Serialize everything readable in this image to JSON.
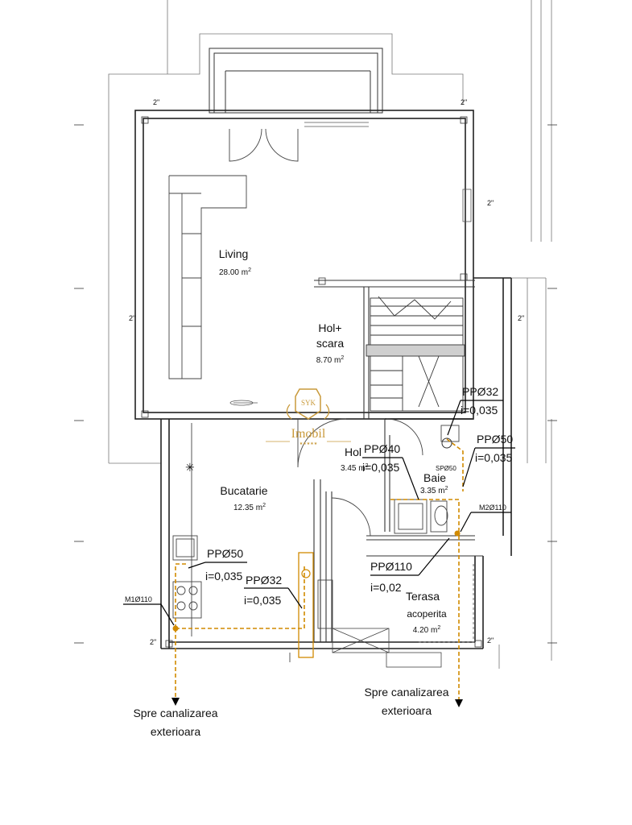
{
  "rooms": {
    "living": {
      "name": "Living",
      "area": "28.00 m",
      "sup": "2"
    },
    "hol_scara": {
      "name1": "Hol+",
      "name2": "scara",
      "area": "8.70 m",
      "sup": "2"
    },
    "bucatarie": {
      "name": "Bucatarie",
      "area": "12.35 m",
      "sup": "2"
    },
    "hol": {
      "name": "Hol",
      "area": "3.45 m",
      "sup": "2"
    },
    "baie": {
      "name": "Baie",
      "area": "3.35 m",
      "sup": "2"
    },
    "terasa": {
      "name1": "Terasa",
      "name2": "acoperita",
      "area": "4.20 m",
      "sup": "2"
    }
  },
  "pipes": {
    "pp32_top": {
      "size": "PPØ32",
      "slope": "i=0,035"
    },
    "pp50_right": {
      "size": "PPØ50",
      "slope": "i=0,035"
    },
    "pp40": {
      "size": "PPØ40",
      "slope": "i=0,035"
    },
    "pp50_left": {
      "size": "PPØ50",
      "slope": "i=0,035"
    },
    "pp32_bottom": {
      "size": "PPØ32",
      "slope": "i=0,035"
    },
    "pp110": {
      "size": "PPØ110",
      "slope": "i=0,02"
    },
    "m1": "M1Ø110",
    "m2": "M2Ø110",
    "sp": "SPØ50"
  },
  "outlets": {
    "left": {
      "line1": "Spre canalizarea",
      "line2": "exterioara"
    },
    "right": {
      "line1": "Spre canalizarea",
      "line2": "exterioara"
    }
  },
  "axis_marks": [
    "2\"",
    "2\"",
    "2\"",
    "2\"",
    "2\"",
    "2\"",
    "2\""
  ],
  "watermark": {
    "monogram": "SYK",
    "name": "Imobil",
    "stars": "★★★★★"
  },
  "colors": {
    "walls": "#222222",
    "thin": "#555555",
    "drain": "#d18a00",
    "watermark": "#c99a3b"
  }
}
